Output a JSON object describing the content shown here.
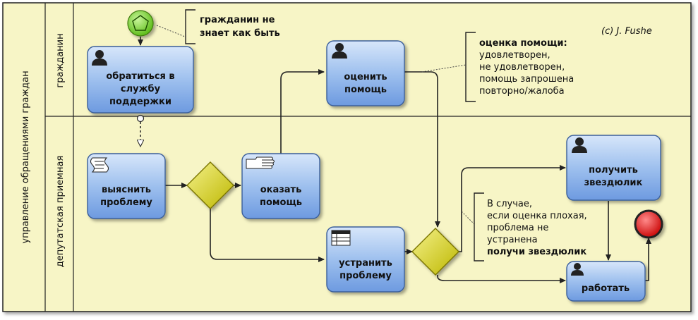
{
  "pool": {
    "label": "управление обращениями граждан"
  },
  "lanes": [
    {
      "label": "гражданин"
    },
    {
      "label": "депутатская приемная"
    }
  ],
  "copyright": "(c) J. Fushe",
  "tasks": {
    "contact_support": {
      "line1": "обратиться в",
      "line2": "службу",
      "line3": "поддержки",
      "type": "user"
    },
    "rate_help": {
      "line1": "оценить",
      "line2": "помощь",
      "type": "user"
    },
    "clarify_problem": {
      "line1": "выяснить",
      "line2": "проблему",
      "type": "script"
    },
    "provide_help": {
      "line1": "оказать",
      "line2": "помощь",
      "type": "manual"
    },
    "fix_problem": {
      "line1": "устранить",
      "line2": "проблему",
      "type": "business-rule"
    },
    "get_punishment": {
      "line1": "получить",
      "line2": "звездюлик",
      "type": "user"
    },
    "work": {
      "line1": "работать",
      "type": "user"
    }
  },
  "annotations": {
    "citizen_note": {
      "line1": "гражданин не",
      "line2": "знает как быть"
    },
    "rating_note": {
      "title": "оценка помощи:",
      "lines": [
        "удовлетворен,",
        "не удовлетворен,",
        "помощь запрошена",
        "повторно/жалоба"
      ]
    },
    "case_note": {
      "lines": [
        "В случае,",
        "если оценка плохая,",
        "проблема не",
        "устранена"
      ],
      "emphasis": "получи звездюлик"
    }
  },
  "colors": {
    "pool_fill": "#f7f5c6",
    "task_fill_top": "#c3d9f5",
    "task_fill_bottom": "#6f9fe0",
    "task_stroke": "#3a5f9a",
    "gateway_fill": "#d8d400",
    "start_event": "#7fd92f",
    "end_event": "#e00000"
  }
}
